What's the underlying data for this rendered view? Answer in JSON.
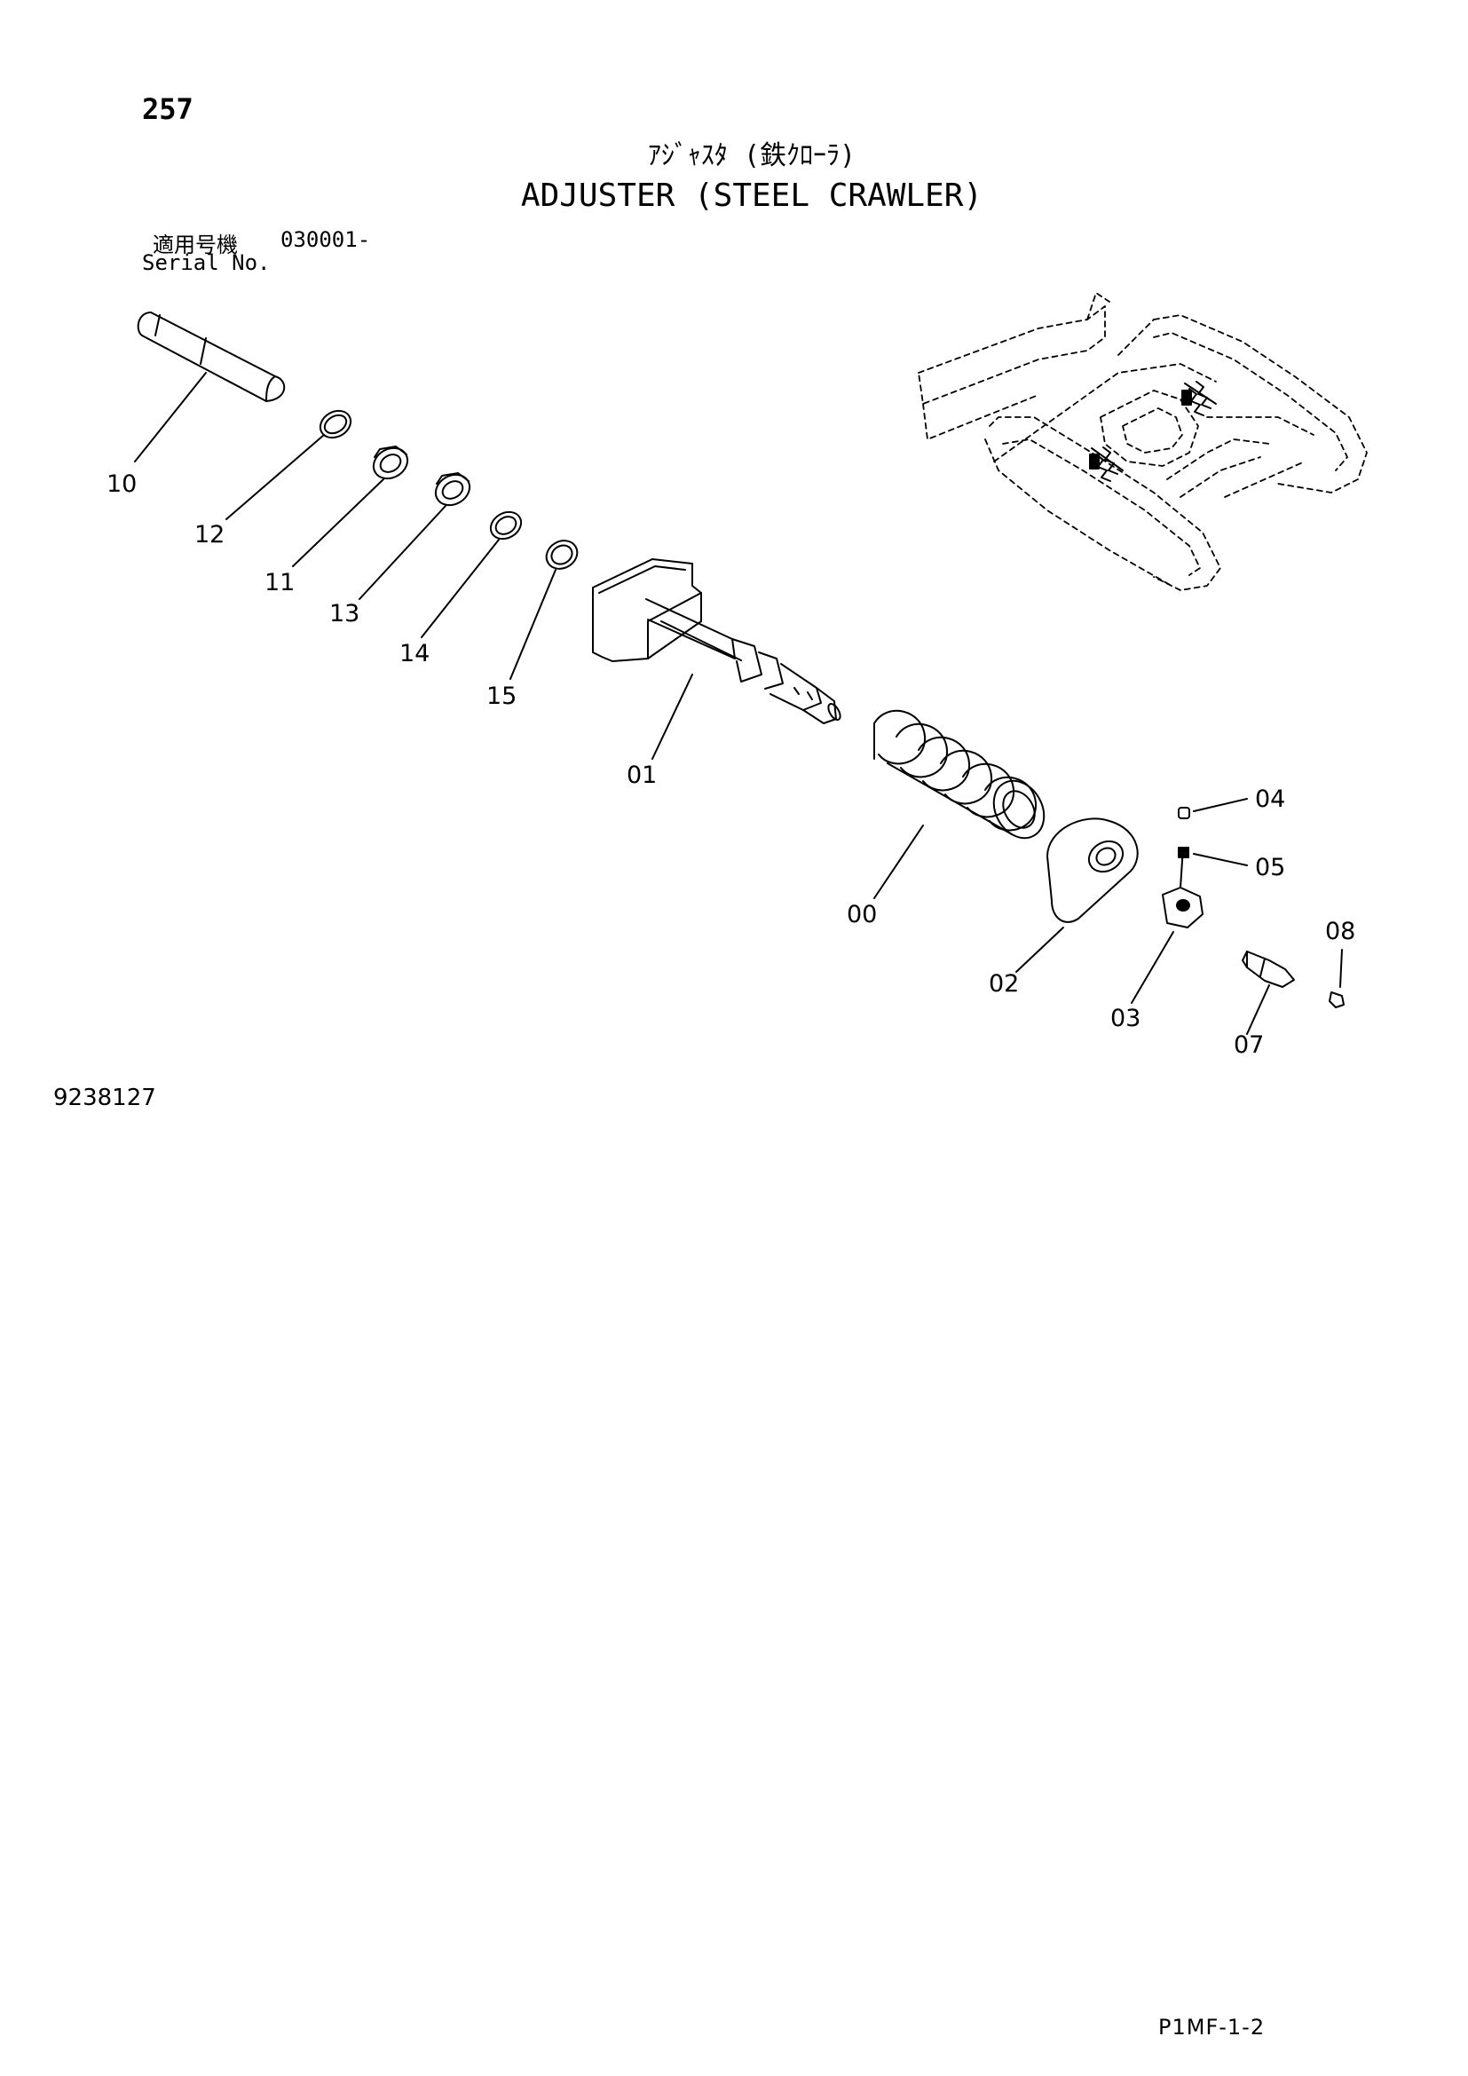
{
  "page_number": "257",
  "title_jp": "ｱｼﾞｬｽﾀ (鉄ｸﾛｰﾗ)",
  "title_en": "ADJUSTER (STEEL CRAWLER)",
  "serial": {
    "label_jp": "適用号機",
    "range": "030001-",
    "label_en": "Serial No."
  },
  "drawing_number": "9238127",
  "page_code": "P1MF-1-2",
  "part_labels": {
    "p00": "00",
    "p01": "01",
    "p02": "02",
    "p03": "03",
    "p04": "04",
    "p05": "05",
    "p07": "07",
    "p08": "08",
    "p10": "10",
    "p11": "11",
    "p12": "12",
    "p13": "13",
    "p14": "14",
    "p15": "15"
  }
}
